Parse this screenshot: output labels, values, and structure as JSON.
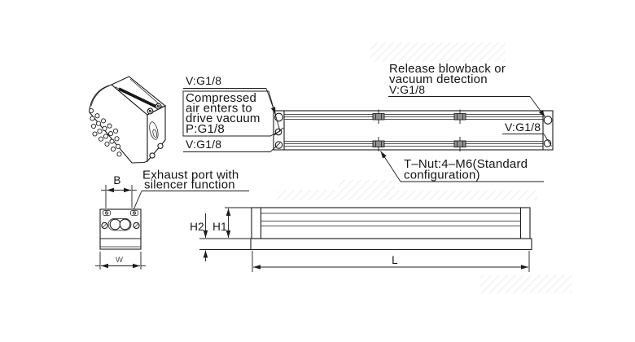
{
  "drawing": {
    "callouts": {
      "v_top": "V:G1/8",
      "compressed_l1": "Compressed",
      "compressed_l2": "air enters to",
      "compressed_l3": "drive vacuum",
      "compressed_l4": "P:G1/8",
      "v_bottom": "V:G1/8",
      "release_l1": "Release blowback or",
      "release_l2": "vacuum detection",
      "release_l3": "V:G1/8",
      "v_right": "V:G1/8",
      "tnut_l1": "T–Nut:4–M6(Standard",
      "tnut_l2": "configuration)",
      "exhaust_l1": "Exhaust port with",
      "exhaust_l2": "silencer function"
    },
    "dimensions": {
      "b": "B",
      "w": "W",
      "h1": "H1",
      "h2": "H2",
      "l": "L"
    },
    "colors": {
      "line": "#1c1c1c",
      "text": "#141414",
      "background": "#ffffff"
    }
  }
}
